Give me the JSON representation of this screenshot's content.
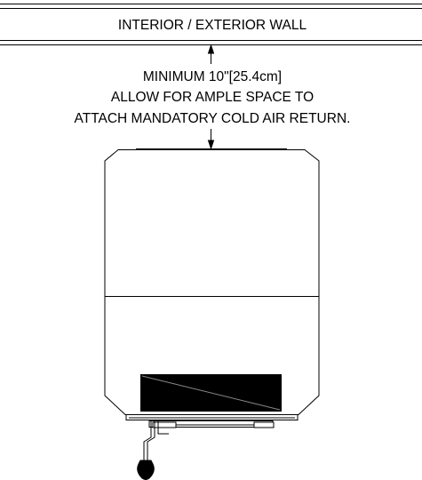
{
  "wall": {
    "label": "INTERIOR / EXTERIOR WALL"
  },
  "clearance": {
    "line1": "MINIMUM 10\"[25.4cm]",
    "line2": "ALLOW FOR AMPLE SPACE TO",
    "line3": "ATTACH MANDATORY COLD AIR RETURN."
  },
  "colors": {
    "line": "#000000",
    "fill": "#ffffff",
    "panel": "#000000"
  }
}
